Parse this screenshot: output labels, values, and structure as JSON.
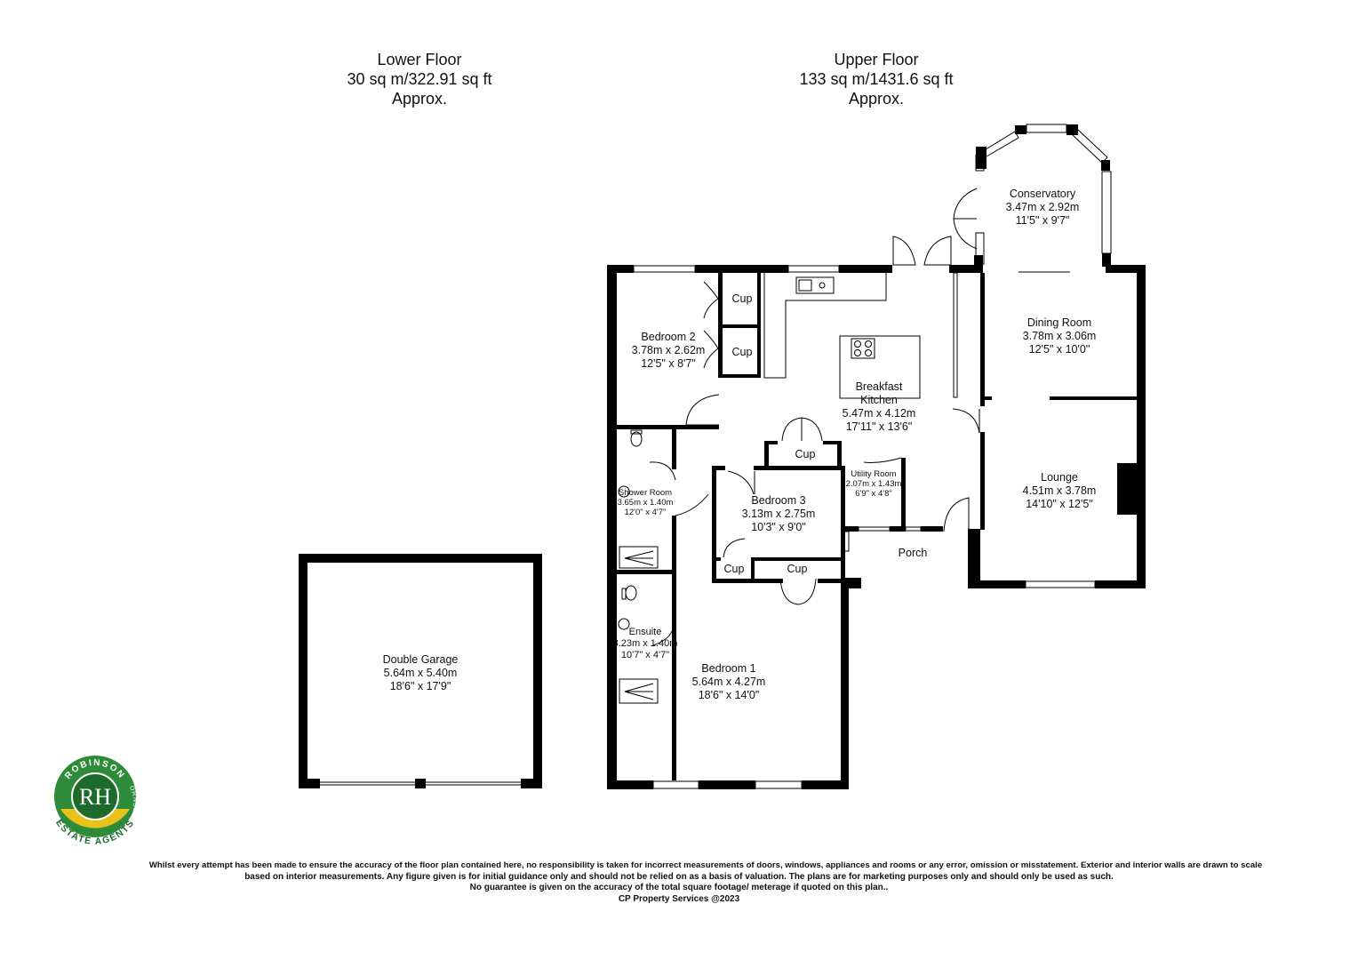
{
  "headers": {
    "lower": {
      "title": "Lower Floor",
      "area": "30 sq m/322.91 sq ft",
      "note": "Approx."
    },
    "upper": {
      "title": "Upper Floor",
      "area": "133 sq m/1431.6 sq ft",
      "note": "Approx."
    }
  },
  "rooms": {
    "conservatory": {
      "name": "Conservatory",
      "metric": "3.47m x 2.92m",
      "imperial": "11'5\" x 9'7\""
    },
    "dining": {
      "name": "Dining Room",
      "metric": "3.78m x 3.06m",
      "imperial": "12'5\" x 10'0\""
    },
    "bedroom2": {
      "name": "Bedroom 2",
      "metric": "3.78m x 2.62m",
      "imperial": "12'5\" x 8'7\""
    },
    "kitchen": {
      "name1": "Breakfast",
      "name2": "Kitchen",
      "metric": "5.47m x 4.12m",
      "imperial": "17'11\" x 13'6\""
    },
    "lounge": {
      "name": "Lounge",
      "metric": "4.51m x 3.78m",
      "imperial": "14'10\" x 12'5\""
    },
    "utility": {
      "name": "Utility Room",
      "metric": "2.07m x 1.43m",
      "imperial": "6'9\" x 4'8\""
    },
    "shower": {
      "name": "Shower Room",
      "metric": "3.65m x 1.40m",
      "imperial": "12'0\" x 4'7\""
    },
    "bedroom3": {
      "name": "Bedroom 3",
      "metric": "3.13m x 2.75m",
      "imperial": "10'3\" x 9'0\""
    },
    "ensuite": {
      "name": "Ensuite",
      "metric": "3.23m x 1.40m",
      "imperial": "10'7\" x 4'7\""
    },
    "bedroom1": {
      "name": "Bedroom 1",
      "metric": "5.64m x 4.27m",
      "imperial": "18'6\" x 14'0\""
    },
    "garage": {
      "name": "Double Garage",
      "metric": "5.64m x 5.40m",
      "imperial": "18'6\" x 17'9\""
    }
  },
  "labels": {
    "cup": "Cup",
    "porch": "Porch"
  },
  "logo": {
    "initials": "RH",
    "top_text": "ROBINSON",
    "side_text": "HORNSBY.CO.UK",
    "bottom_text": "ESTATE AGENTS",
    "colors": {
      "outer": "#2e8b3a",
      "inner": "#1d6b2b",
      "yellow": "#e6c21a",
      "white": "#ffffff"
    }
  },
  "disclaimer": {
    "line1": "Whilst every attempt has been made to ensure the accuracy of the floor plan contained here, no responsibility is taken for incorrect measurements of doors, windows, appliances and rooms or any error, omission or misstatement. Exterior and interior walls are drawn to scale",
    "line2": "based on interior measurements. Any figure given is for initial guidance only and should not be relied on as a basis of valuation. The plans are for marketing purposes only and should only be used as such.",
    "line3": "No guarantee is given on the accuracy of the total square footage/ meterage if quoted on this plan..",
    "line4": "CP Property Services @2023"
  }
}
